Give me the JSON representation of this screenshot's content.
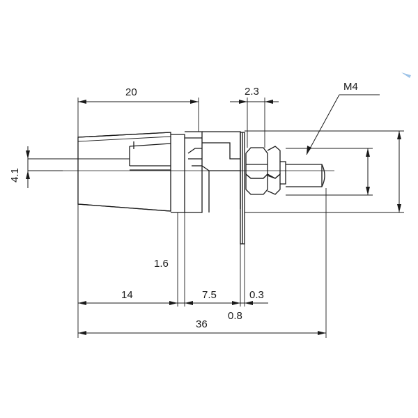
{
  "labels": {
    "overall_length": "36",
    "body_length": "20",
    "front_length": "14",
    "mid_length": "7.5",
    "washer": "0.3",
    "panel": "0.8",
    "nut_thickness": "2.3",
    "offset": "4.1",
    "gap": "1.6",
    "thread": "M4"
  },
  "colors": {
    "line": "#1a1a1a",
    "background": "#ffffff",
    "mark": "#9fc4e8"
  }
}
